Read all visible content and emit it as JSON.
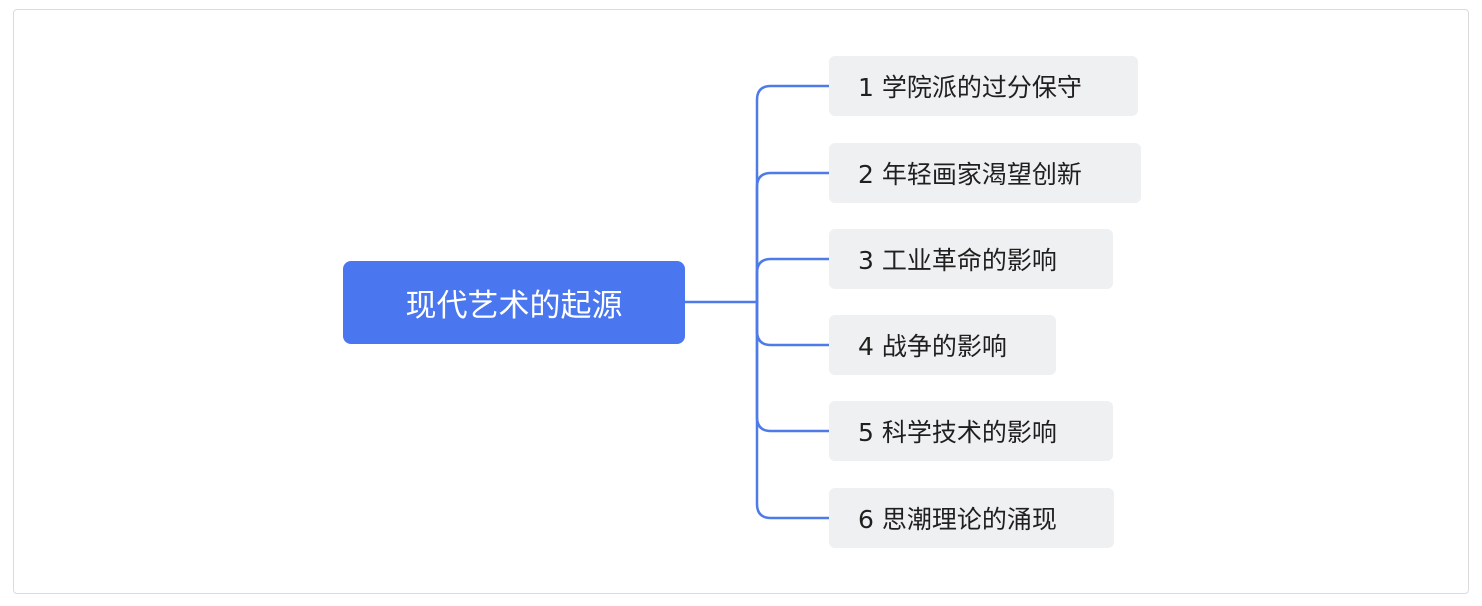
{
  "mindmap": {
    "root": {
      "label": "现代艺术的起源"
    },
    "children": [
      {
        "label": "1 学院派的过分保守"
      },
      {
        "label": "2 年轻画家渴望创新"
      },
      {
        "label": "3 工业革命的影响"
      },
      {
        "label": "4 战争的影响"
      },
      {
        "label": "5 科学技术的影响"
      },
      {
        "label": "6 思潮理论的涌现"
      }
    ]
  },
  "colors": {
    "root_fill": "#4a77f0",
    "connector": "#4f7be8",
    "child_fill": "#eff0f2",
    "child_text": "#1f1f1f",
    "root_text": "#ffffff"
  }
}
